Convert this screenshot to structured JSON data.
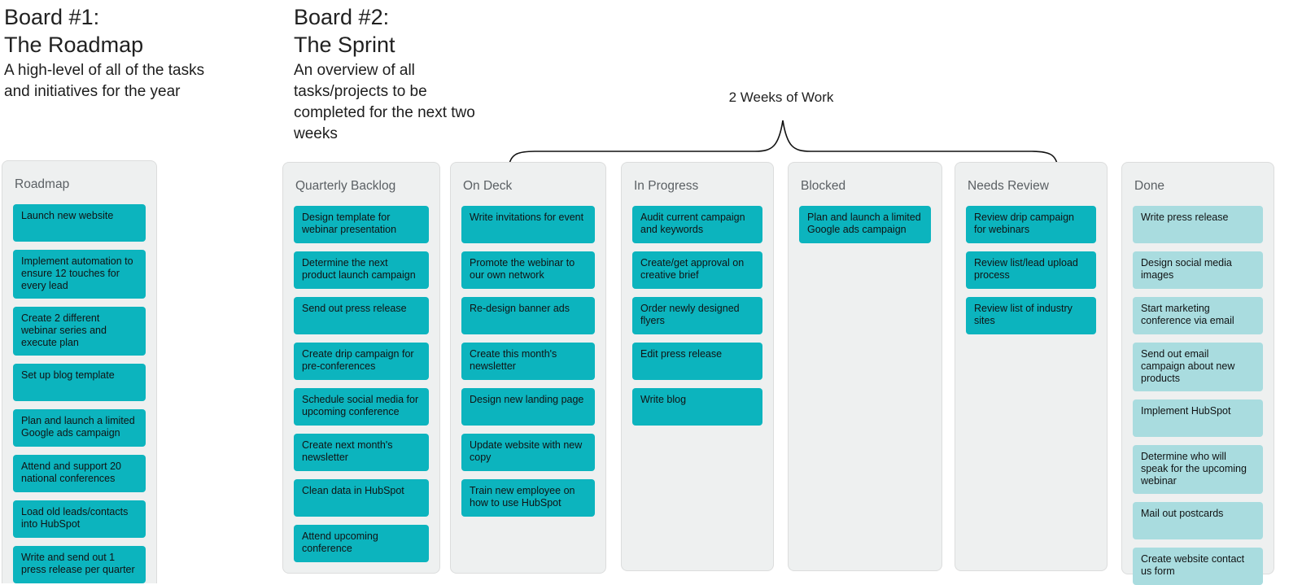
{
  "boards": [
    {
      "title_line1": "Board #1:",
      "title_line2": "The Roadmap",
      "description": "A high-level of all of the tasks and initiatives for the year"
    },
    {
      "title_line1": "Board #2:",
      "title_line2": "The Sprint",
      "description": "An overview of all tasks/projects to be completed for the next two weeks"
    }
  ],
  "annotation": {
    "label": "2 Weeks of Work"
  },
  "colors": {
    "card_teal": "#0cb4be",
    "card_done_light": "#a9dcdf",
    "column_bg": "#eef0f0",
    "column_title_text": "#5b6064",
    "card_text": "#101314"
  },
  "columns": [
    {
      "title": "Roadmap",
      "style": "teal",
      "cards": [
        "Launch new website",
        "Implement automation to ensure 12 touches for every lead",
        "Create 2 different webinar series and execute plan",
        "Set up blog template",
        "Plan and launch a limited Google ads campaign",
        "Attend and support 20 national conferences",
        "Load old leads/contacts into HubSpot",
        "Write and send out 1 press release per quarter"
      ]
    },
    {
      "title": "Quarterly Backlog",
      "style": "teal",
      "cards": [
        "Design template for webinar presentation",
        "Determine the next product launch campaign",
        "Send out press release",
        "Create drip campaign for pre-conferences",
        "Schedule social media for upcoming conference",
        "Create next month's newsletter",
        "Clean data in HubSpot",
        "Attend upcoming conference"
      ]
    },
    {
      "title": "On Deck",
      "style": "teal",
      "cards": [
        "Write invitations for event",
        "Promote the webinar to our own network",
        "Re-design banner ads",
        "Create this month's newsletter",
        "Design new landing page",
        "Update website with new copy",
        "Train new employee on how to use HubSpot"
      ]
    },
    {
      "title": "In Progress",
      "style": "teal",
      "cards": [
        "Audit current campaign and keywords",
        "Create/get approval on creative brief",
        "Order newly designed flyers",
        "Edit press release",
        "Write blog"
      ]
    },
    {
      "title": "Blocked",
      "style": "teal",
      "cards": [
        "Plan and launch a limited Google ads campaign"
      ]
    },
    {
      "title": "Needs Review",
      "style": "teal",
      "cards": [
        "Review drip campaign for webinars",
        "Review list/lead upload process",
        "Review list of industry sites"
      ]
    },
    {
      "title": "Done",
      "style": "light",
      "cards": [
        "Write press release",
        "Design social media images",
        "Start marketing conference via email",
        "Send out email campaign about new products",
        "Implement HubSpot",
        "Determine who will speak for the upcoming webinar",
        "Mail out postcards",
        "Create website contact us form"
      ]
    }
  ]
}
